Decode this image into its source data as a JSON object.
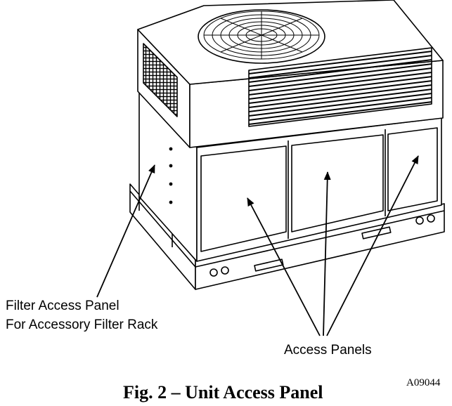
{
  "labels": {
    "filter_line1": "Filter Access Panel",
    "filter_line2": "For Accessory Filter Rack",
    "access_panels": "Access Panels"
  },
  "figure_code": "A09044",
  "caption": "Fig. 2 – Unit Access Panel"
}
